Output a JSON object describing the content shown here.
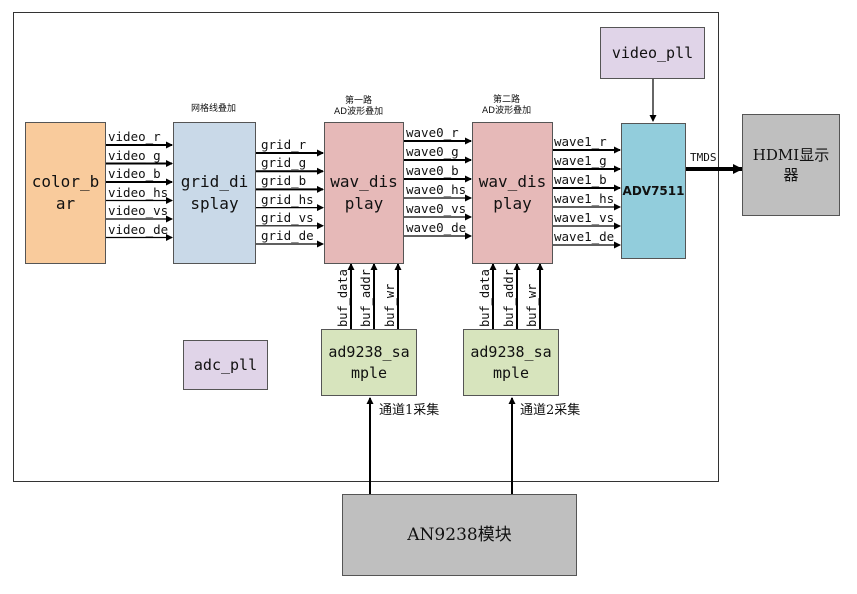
{
  "blocks": {
    "color_bar": "color_b\nar",
    "grid_display": "grid_di\nsplay",
    "wav_display_1": "wav_dis\nplay",
    "wav_display_2": "wav_dis\nplay",
    "adv7511": "ADV7511",
    "hdmi": "HDMI显示\n器",
    "video_pll": "video_pll",
    "adc_pll": "adc_pll",
    "sample_1": "ad9238_sa\nmple",
    "sample_2": "ad9238_sa\nmple",
    "an9238": "AN9238模块"
  },
  "captions": {
    "grid_overlay": "网格线叠加",
    "channel1_overlay": "第一路\nAD波形叠加",
    "channel2_overlay": "第二路\nAD波形叠加"
  },
  "signals": {
    "video": [
      "video_r",
      "video_g",
      "video_b",
      "video_hs",
      "video_vs",
      "video_de"
    ],
    "grid": [
      "grid_r",
      "grid_g",
      "grid_b",
      "grid_hs",
      "grid_vs",
      "grid_de"
    ],
    "wave0": [
      "wave0_r",
      "wave0_g",
      "wave0_b",
      "wave0_hs",
      "wave0_vs",
      "wave0_de"
    ],
    "wave1": [
      "wave1_r",
      "wave1_g",
      "wave1_b",
      "wave1_hs",
      "wave1_vs",
      "wave1_de"
    ],
    "buf": [
      "buf_data",
      "buf_addr",
      "buf_wr"
    ],
    "tmds": "TMDS"
  },
  "notes": {
    "channel1": "通道1采集",
    "channel2": "通道2采集"
  },
  "colors": {
    "color_bar": "#f9cb9c",
    "grid_display": "#c9d9e8",
    "wav_display": "#e6b9b8",
    "adv7511": "#92cddc",
    "hdmi": "#bfbfbf",
    "pll": "#e0d4e8",
    "sample": "#d7e4bd",
    "an9238": "#bfbfbf"
  }
}
